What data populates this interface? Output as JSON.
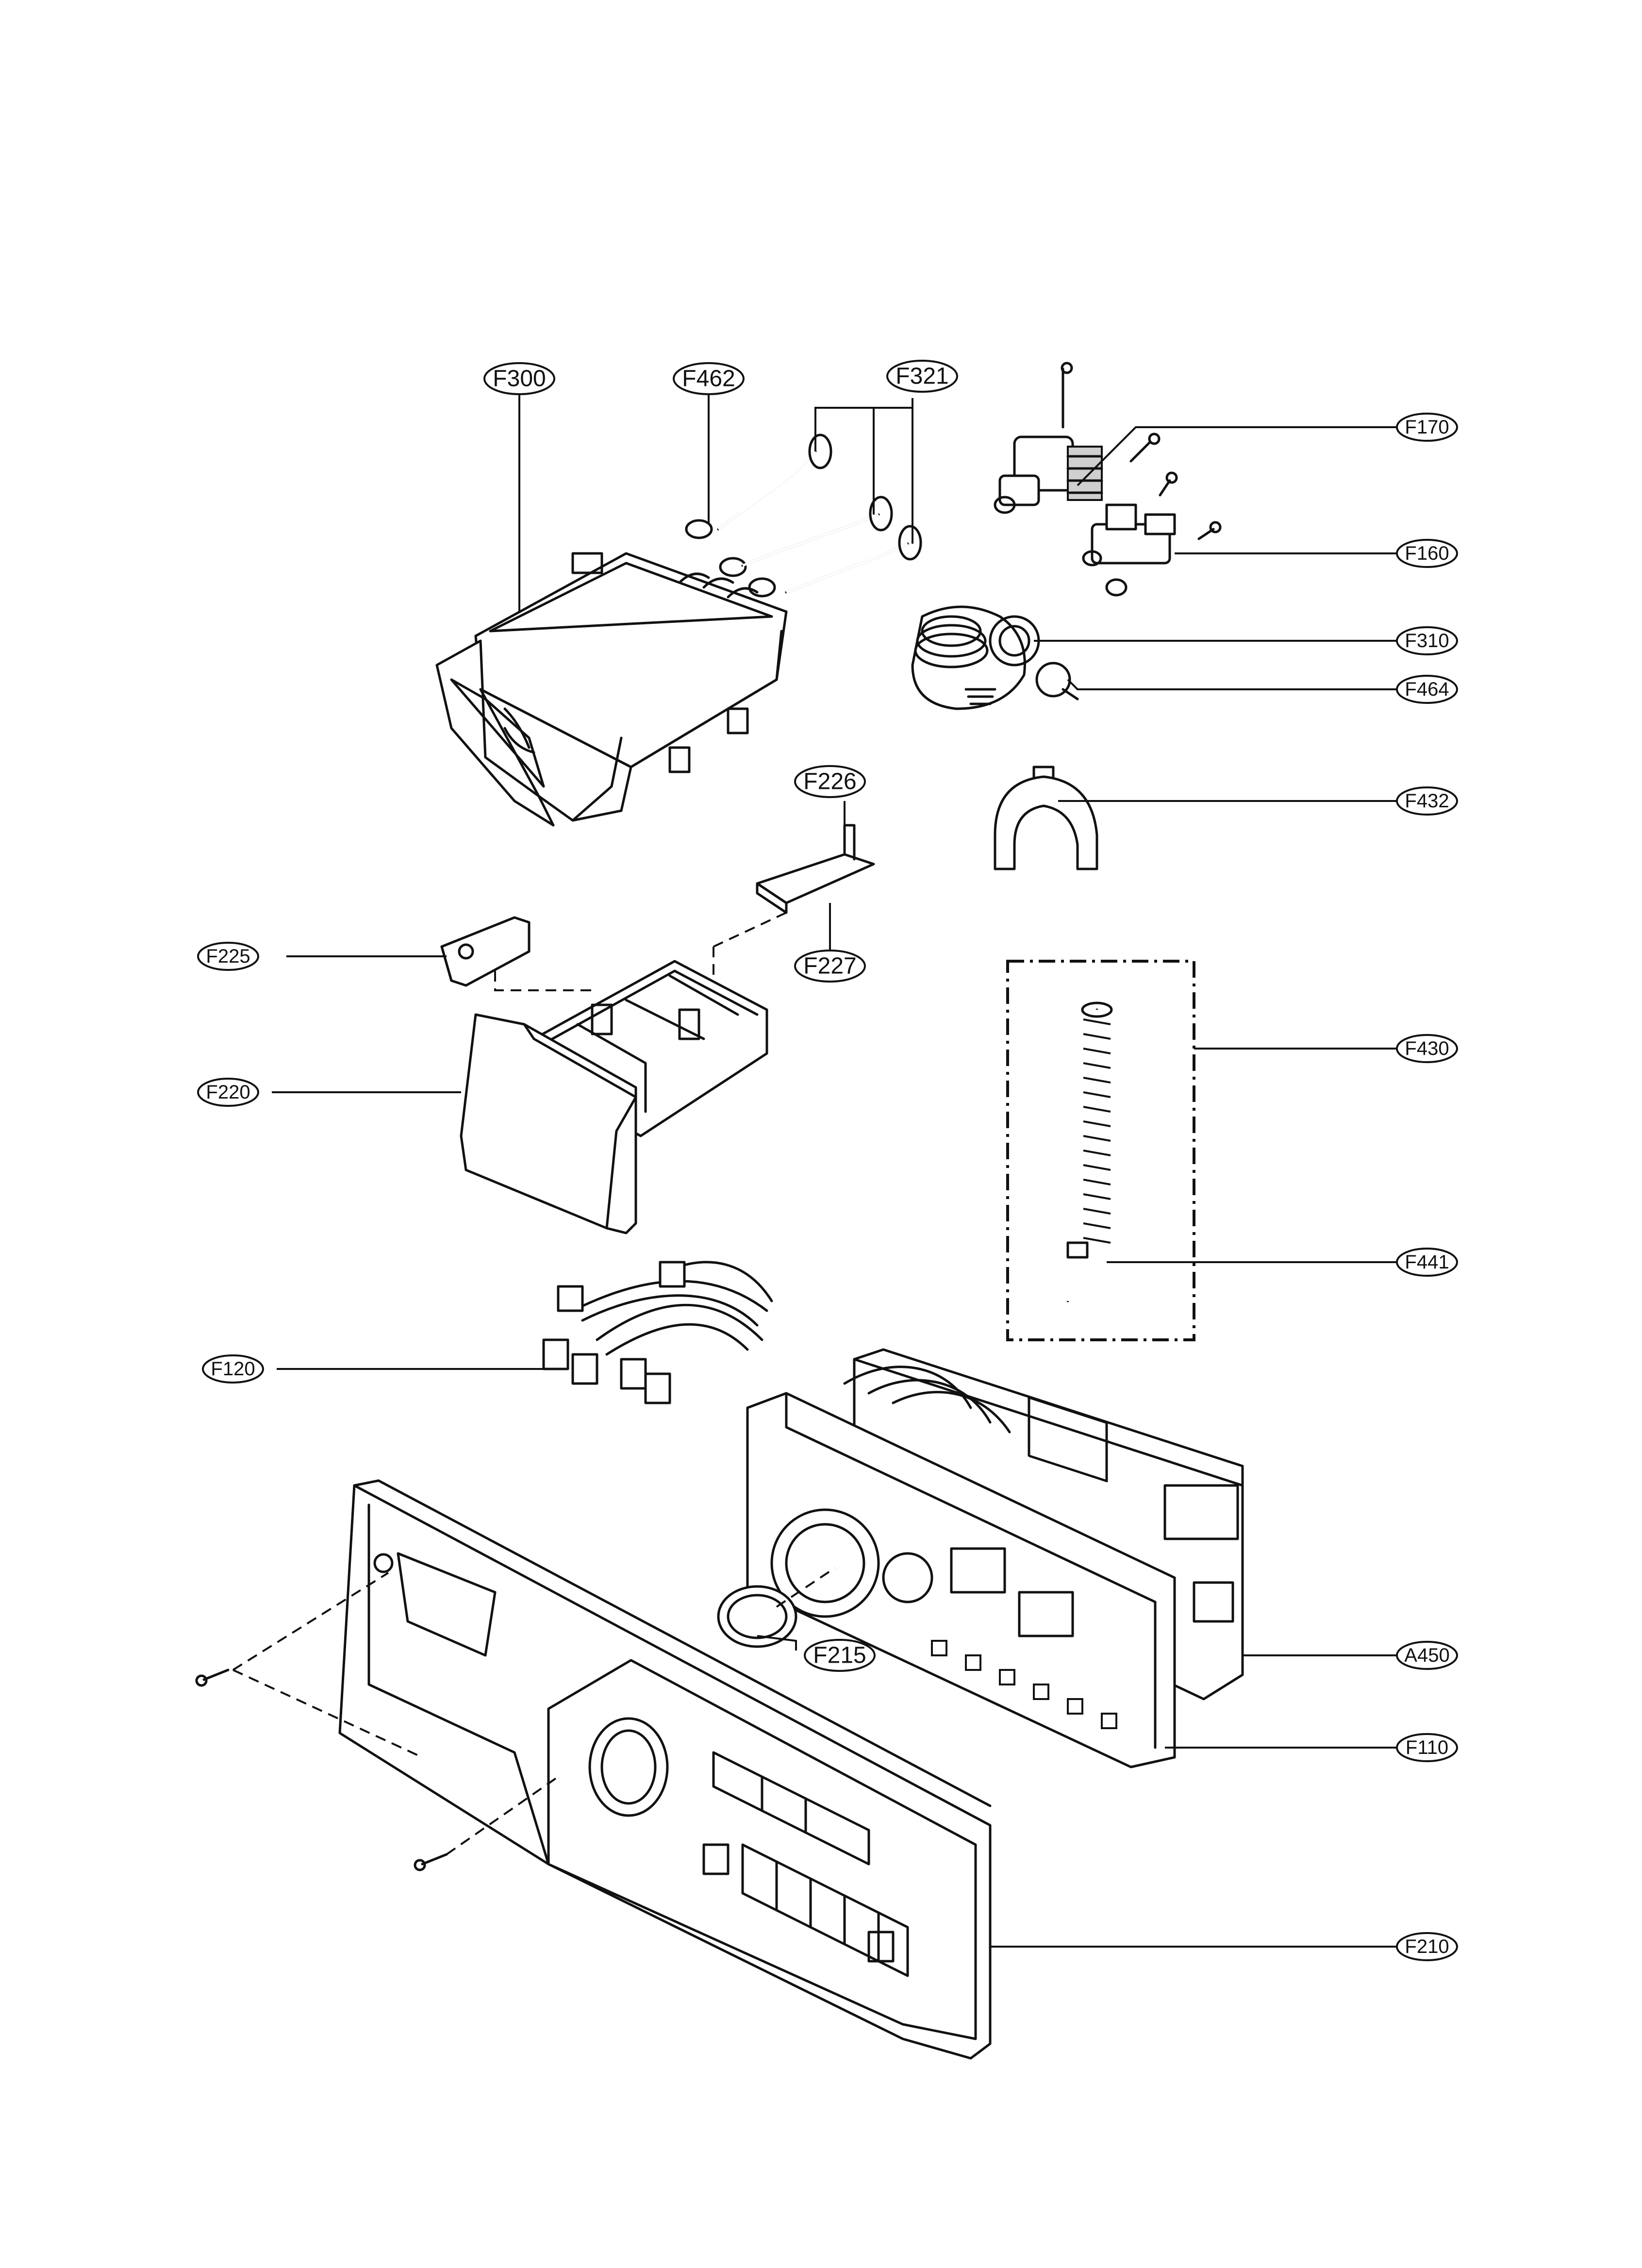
{
  "labels": {
    "F300": "F300",
    "F462": "F462",
    "F321": "F321",
    "F170": "F170",
    "F160": "F160",
    "F310": "F310",
    "F464": "F464",
    "F226": "F226",
    "F432": "F432",
    "F225": "F225",
    "F227": "F227",
    "F220": "F220",
    "F430": "F430",
    "F441": "F441",
    "F120": "F120",
    "F215": "F215",
    "A450": "A450",
    "F110": "F110",
    "F210": "F210"
  }
}
